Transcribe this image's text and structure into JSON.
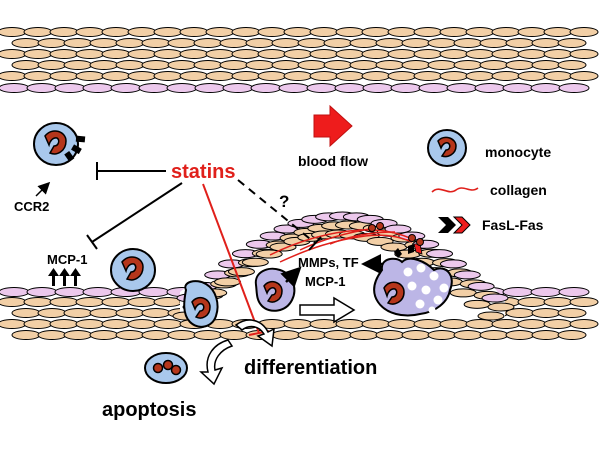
{
  "labels": {
    "statins": "statins",
    "question": "?",
    "blood_flow": "blood flow",
    "monocyte": "monocyte",
    "collagen": "collagen",
    "fasl_fas": "FasL-Fas",
    "ccr2": "CCR2",
    "mcp1_left": "MCP-1",
    "mmps_tf": "MMPs, TF",
    "mcp1_center": "MCP-1",
    "differentiation": "differentiation",
    "apoptosis": "apoptosis"
  },
  "colors": {
    "statins_red": "#e0201b",
    "arrow_red": "#ee1c1c",
    "cell_blue": "#a9c8ec",
    "nucleus_red": "#b5361b",
    "macrophage_lavender": "#bcb6e6",
    "smc_tan": "#f2cfa6",
    "endothelium_pink": "#ecc8ec"
  }
}
